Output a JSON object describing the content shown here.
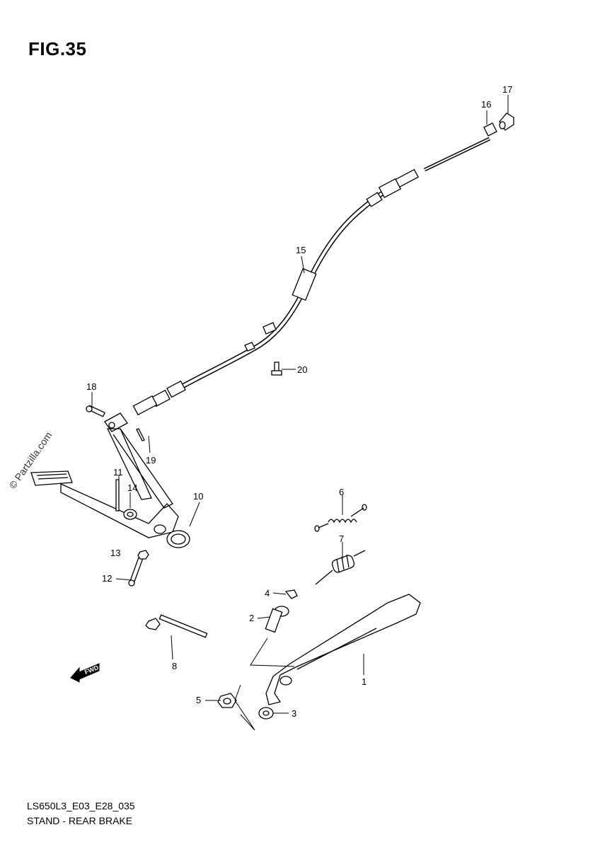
{
  "figure": {
    "title": "FIG.35"
  },
  "footer": {
    "code": "LS650L3_E03_E28_035",
    "title": "STAND - REAR BRAKE"
  },
  "watermark": "© Partzilla.com",
  "direction_badge": "FWD",
  "callouts": [
    "1",
    "2",
    "3",
    "4",
    "5",
    "6",
    "7",
    "8",
    "10",
    "11",
    "12",
    "13",
    "14",
    "15",
    "16",
    "17",
    "18",
    "19",
    "20"
  ],
  "colors": {
    "line": "#000000",
    "background": "#ffffff"
  }
}
